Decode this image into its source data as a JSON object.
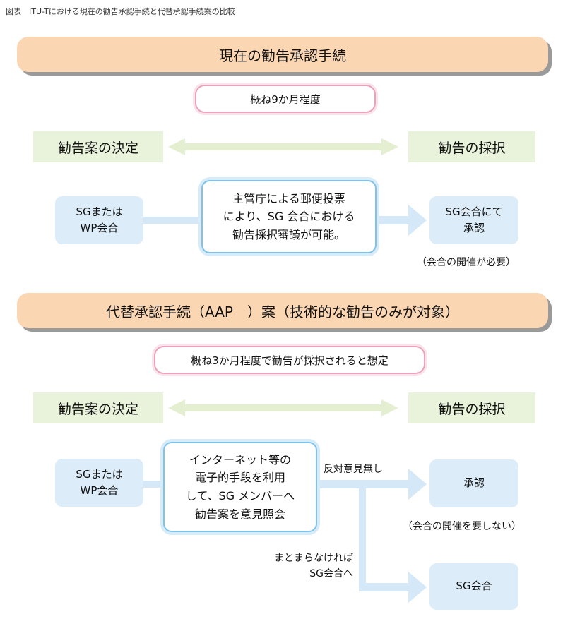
{
  "caption": "図表　ITU-Tにおける現在の勧告承認手続と代替承認手続案の比較",
  "current": {
    "title": "現在の勧告承認手続",
    "period": "概ね9か月程度",
    "stage_left": "勧告案の決定",
    "stage_right": "勧告の採択",
    "source_box": "SGまたは\nWP会合",
    "center_box": "主管庁による郵便投票\nにより、SG 会合における\n勧告採択審議が可能。",
    "result_box": "SG会合にて\n承認",
    "result_note": "（会合の開催が必要）"
  },
  "alternative": {
    "title": "代替承認手続（AAP　）案（技術的な勧告のみが対象）",
    "period": "概ね3か月程度で勧告が採択されると想定",
    "stage_left": "勧告案の決定",
    "stage_right": "勧告の採択",
    "source_box": "SGまたは\nWP会合",
    "center_box": "インターネット等の\n電子的手段を利用\nして、SG メンバーへ\n勧告案を意見照会",
    "branch_label_top": "反対意見無し",
    "result_box_top": "承認",
    "result_note_top": "（会合の開催を要しない）",
    "branch_label_bottom": "まとまらなければ\nSG会合へ",
    "result_box_bottom": "SG会合"
  },
  "colors": {
    "banner": "#fbd6b3",
    "stage": "#e9f2da",
    "blue_box": "#dcedf9",
    "arrow_blue": "#d4e8f7",
    "arrow_green": "#e4efd2",
    "pill_border": "#e9a3bd"
  }
}
